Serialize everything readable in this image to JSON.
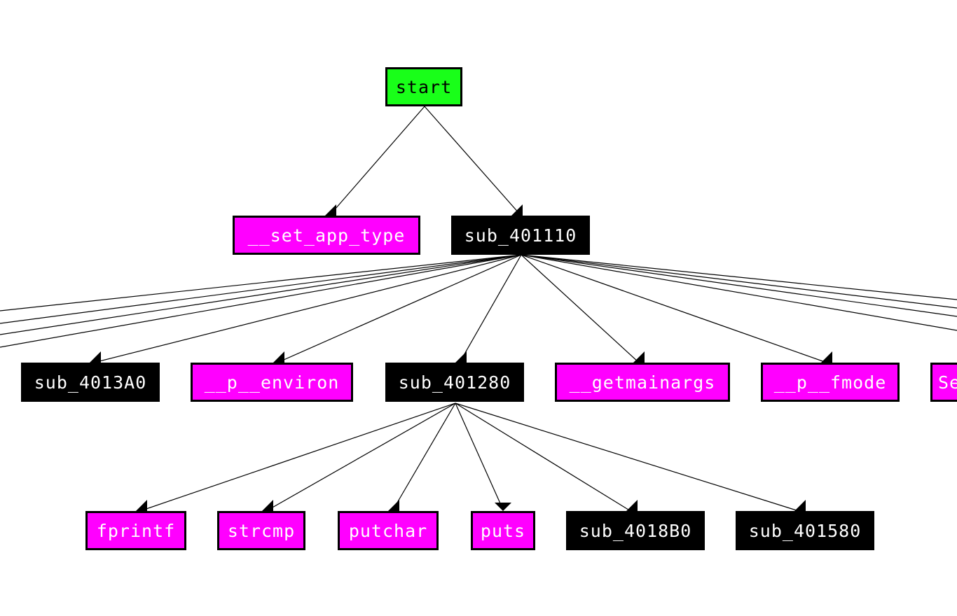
{
  "graph": {
    "root": {
      "id": "start",
      "label": "start"
    },
    "nodes": [
      {
        "id": "start",
        "label": "start",
        "kind": "entry"
      },
      {
        "id": "__set_app_type",
        "label": "__set_app_type",
        "kind": "import"
      },
      {
        "id": "sub_401110",
        "label": "sub_401110",
        "kind": "function"
      },
      {
        "id": "sub_4013A0",
        "label": "sub_4013A0",
        "kind": "function"
      },
      {
        "id": "__p__environ",
        "label": "__p__environ",
        "kind": "import"
      },
      {
        "id": "sub_401280",
        "label": "sub_401280",
        "kind": "function"
      },
      {
        "id": "__getmainargs",
        "label": "__getmainargs",
        "kind": "import"
      },
      {
        "id": "__p__fmode",
        "label": "__p__fmode",
        "kind": "import"
      },
      {
        "id": "Se",
        "label": "Se",
        "kind": "import"
      },
      {
        "id": "fprintf",
        "label": "fprintf",
        "kind": "import"
      },
      {
        "id": "strcmp",
        "label": "strcmp",
        "kind": "import"
      },
      {
        "id": "putchar",
        "label": "putchar",
        "kind": "import"
      },
      {
        "id": "puts",
        "label": "puts",
        "kind": "import"
      },
      {
        "id": "sub_4018B0",
        "label": "sub_4018B0",
        "kind": "function"
      },
      {
        "id": "sub_401580",
        "label": "sub_401580",
        "kind": "function"
      }
    ],
    "edges": [
      [
        "start",
        "__set_app_type"
      ],
      [
        "start",
        "sub_401110"
      ],
      [
        "sub_401110",
        "sub_4013A0"
      ],
      [
        "sub_401110",
        "__p__environ"
      ],
      [
        "sub_401110",
        "sub_401280"
      ],
      [
        "sub_401110",
        "__getmainargs"
      ],
      [
        "sub_401110",
        "__p__fmode"
      ],
      [
        "sub_401280",
        "fprintf"
      ],
      [
        "sub_401280",
        "strcmp"
      ],
      [
        "sub_401280",
        "putchar"
      ],
      [
        "sub_401280",
        "puts"
      ],
      [
        "sub_401280",
        "sub_4018B0"
      ],
      [
        "sub_401280",
        "sub_401580"
      ]
    ],
    "colors": {
      "entry": "#19ff19",
      "import": "#ff00ff",
      "function": "#000000",
      "edge": "#000000",
      "background": "#ffffff"
    }
  }
}
